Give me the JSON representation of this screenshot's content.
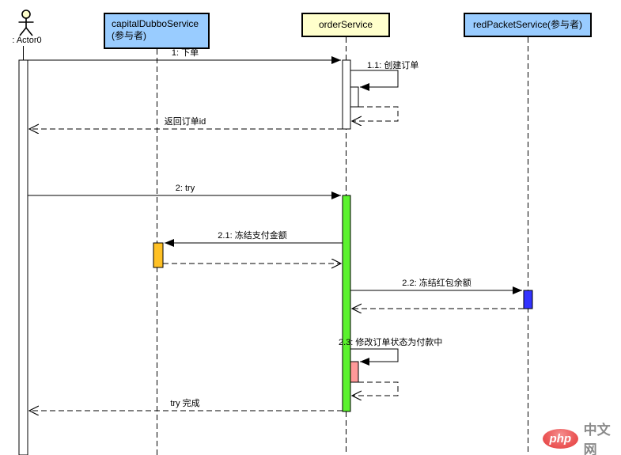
{
  "diagram": {
    "kind": "uml-sequence-diagram",
    "participants": {
      "actor": {
        "label": ": Actor0"
      },
      "capital": {
        "line1": "capitalDubboService",
        "line2": "(参与者)",
        "fill": "#99CCFF"
      },
      "order": {
        "label": "orderService",
        "fill": "#FFFFCC"
      },
      "redpacket": {
        "label": "redPacketService(参与者)",
        "fill": "#99CCFF"
      }
    },
    "messages": {
      "m1": {
        "label": "1: 下单",
        "type": "sync-call",
        "from": "Actor0",
        "to": "orderService"
      },
      "m1_1": {
        "label": "1.1: 创建订单",
        "type": "self-call",
        "on": "orderService"
      },
      "r1": {
        "label": "返回订单id",
        "type": "return",
        "from": "orderService",
        "to": "Actor0"
      },
      "m2": {
        "label": "2: try",
        "type": "sync-call",
        "from": "Actor0",
        "to": "orderService"
      },
      "m2_1": {
        "label": "2.1: 冻结支付金额",
        "type": "sync-call",
        "from": "orderService",
        "to": "capitalDubboService"
      },
      "m2_2": {
        "label": "2.2: 冻结红包余额",
        "type": "sync-call",
        "from": "orderService",
        "to": "redPacketService"
      },
      "m2_3": {
        "label": "2.3: 修改订单状态为付款中",
        "type": "self-call",
        "on": "orderService"
      },
      "rtry": {
        "label": "try 完成",
        "type": "return",
        "from": "orderService",
        "to": "Actor0"
      }
    },
    "activation_colors": {
      "actor": "#FFFFFF",
      "order_initial": "#FFFFFF",
      "order_try": "#5BF22E",
      "capital_freeze": "#FFC125",
      "redpacket_freeze": "#3333FF",
      "order_status": "#FF9999"
    }
  },
  "watermark": {
    "logo": "php",
    "text": "中文网"
  }
}
